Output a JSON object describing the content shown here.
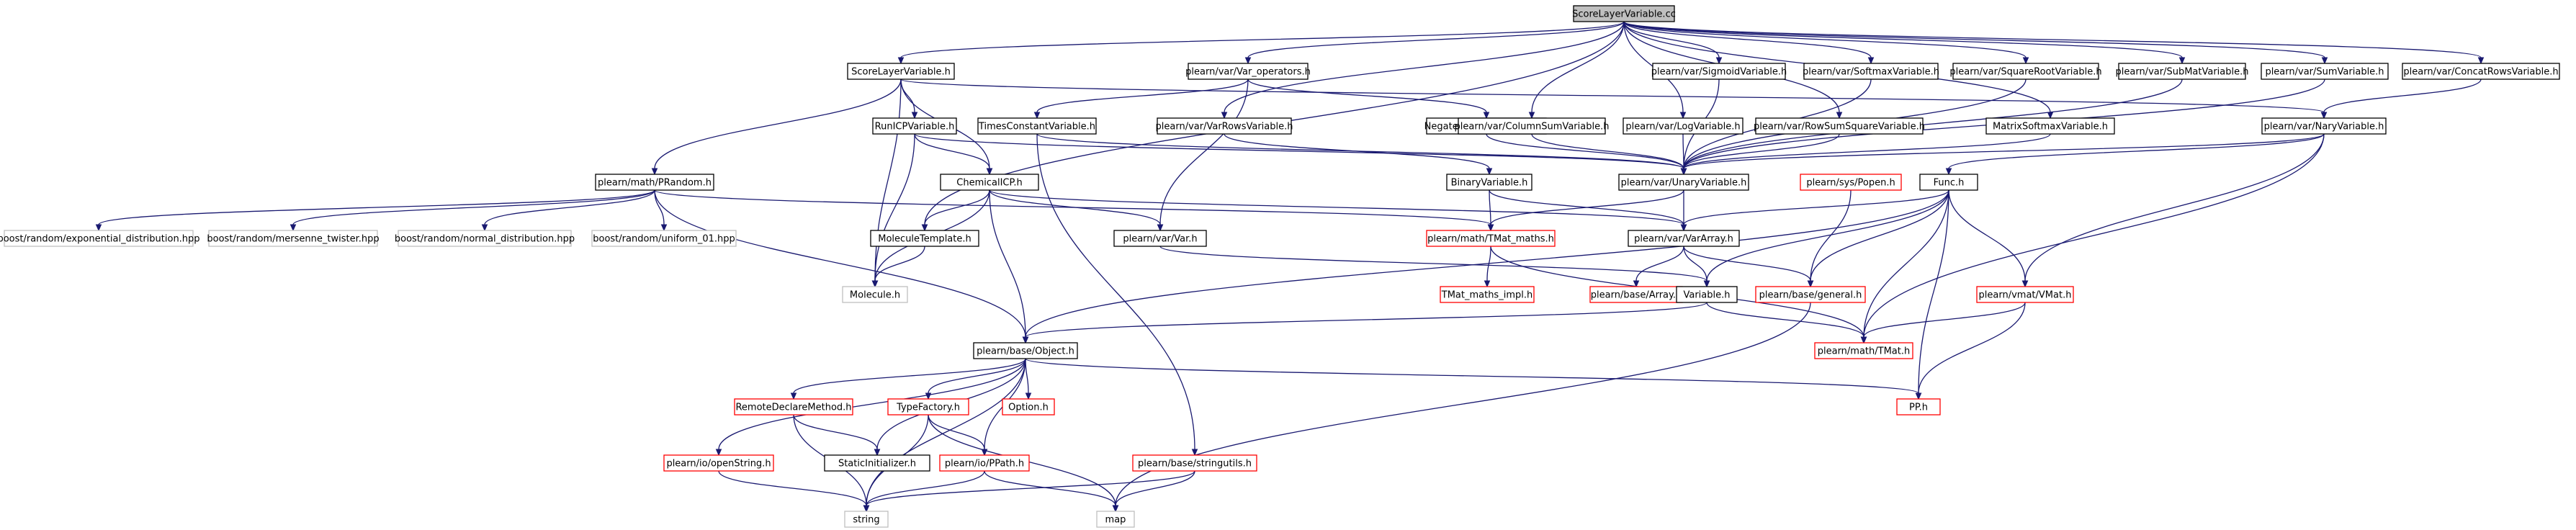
{
  "colors": {
    "edge": "#191970",
    "box_black": "#000000",
    "box_red": "#ff0000",
    "box_gray": "#bfbfbf",
    "root_fill": "#bfbfbf"
  },
  "nodes": [
    {
      "id": "root",
      "label": "ScoreLayerVariable.cc",
      "style": "root"
    },
    {
      "id": "slv_h",
      "label": "ScoreLayerVariable.h",
      "style": "black"
    },
    {
      "id": "var_ops",
      "label": "plearn/var/Var_operators.h",
      "style": "black"
    },
    {
      "id": "sigmoid",
      "label": "plearn/var/SigmoidVariable.h",
      "style": "black"
    },
    {
      "id": "softmax",
      "label": "plearn/var/SoftmaxVariable.h",
      "style": "black"
    },
    {
      "id": "sqroot",
      "label": "plearn/var/SquareRootVariable.h",
      "style": "black"
    },
    {
      "id": "submat",
      "label": "plearn/var/SubMatVariable.h",
      "style": "black"
    },
    {
      "id": "sumvar",
      "label": "plearn/var/SumVariable.h",
      "style": "black"
    },
    {
      "id": "concat",
      "label": "plearn/var/ConcatRowsVariable.h",
      "style": "black"
    },
    {
      "id": "runicp",
      "label": "RunICPVariable.h",
      "style": "black"
    },
    {
      "id": "timesconst",
      "label": "TimesConstantVariable.h",
      "style": "black"
    },
    {
      "id": "varrows",
      "label": "plearn/var/VarRowsVariable.h",
      "style": "black"
    },
    {
      "id": "negate",
      "label": "NegateElementsVariable.h",
      "style": "black"
    },
    {
      "id": "colsum",
      "label": "plearn/var/ColumnSumVariable.h",
      "style": "black"
    },
    {
      "id": "logvar",
      "label": "plearn/var/LogVariable.h",
      "style": "black"
    },
    {
      "id": "rowsumsq",
      "label": "plearn/var/RowSumSquareVariable.h",
      "style": "black"
    },
    {
      "id": "matsoftmax",
      "label": "MatrixSoftmaxVariable.h",
      "style": "black"
    },
    {
      "id": "nary",
      "label": "plearn/var/NaryVariable.h",
      "style": "black"
    },
    {
      "id": "prandom",
      "label": "plearn/math/PRandom.h",
      "style": "black"
    },
    {
      "id": "chemicalicp",
      "label": "ChemicalICP.h",
      "style": "black"
    },
    {
      "id": "binary",
      "label": "BinaryVariable.h",
      "style": "black"
    },
    {
      "id": "unary",
      "label": "plearn/var/UnaryVariable.h",
      "style": "black"
    },
    {
      "id": "popen",
      "label": "plearn/sys/Popen.h",
      "style": "red"
    },
    {
      "id": "func",
      "label": "Func.h",
      "style": "black"
    },
    {
      "id": "exp_dist",
      "label": "boost/random/exponential_distribution.hpp",
      "style": "gray"
    },
    {
      "id": "mersenne",
      "label": "boost/random/mersenne_twister.hpp",
      "style": "gray"
    },
    {
      "id": "normal_dist",
      "label": "boost/random/normal_distribution.hpp",
      "style": "gray"
    },
    {
      "id": "uniform01",
      "label": "boost/random/uniform_01.hpp",
      "style": "gray"
    },
    {
      "id": "moltemplate",
      "label": "MoleculeTemplate.h",
      "style": "black"
    },
    {
      "id": "var_h",
      "label": "plearn/var/Var.h",
      "style": "black"
    },
    {
      "id": "tmat_maths",
      "label": "plearn/math/TMat_maths.h",
      "style": "red"
    },
    {
      "id": "vararray",
      "label": "plearn/var/VarArray.h",
      "style": "black"
    },
    {
      "id": "molecule",
      "label": "Molecule.h",
      "style": "gray"
    },
    {
      "id": "tmat_impl",
      "label": "TMat_maths_impl.h",
      "style": "red"
    },
    {
      "id": "array_h",
      "label": "plearn/base/Array.h",
      "style": "red"
    },
    {
      "id": "variable",
      "label": "Variable.h",
      "style": "black"
    },
    {
      "id": "general",
      "label": "plearn/base/general.h",
      "style": "red"
    },
    {
      "id": "vmat",
      "label": "plearn/vmat/VMat.h",
      "style": "red"
    },
    {
      "id": "object",
      "label": "plearn/base/Object.h",
      "style": "black"
    },
    {
      "id": "tmat",
      "label": "plearn/math/TMat.h",
      "style": "red"
    },
    {
      "id": "remote",
      "label": "RemoteDeclareMethod.h",
      "style": "red"
    },
    {
      "id": "typefactory",
      "label": "TypeFactory.h",
      "style": "red"
    },
    {
      "id": "option",
      "label": "Option.h",
      "style": "red"
    },
    {
      "id": "pp",
      "label": "PP.h",
      "style": "red"
    },
    {
      "id": "openstring",
      "label": "plearn/io/openString.h",
      "style": "red"
    },
    {
      "id": "staticinit",
      "label": "StaticInitializer.h",
      "style": "black"
    },
    {
      "id": "ppath",
      "label": "plearn/io/PPath.h",
      "style": "red"
    },
    {
      "id": "stringutils",
      "label": "plearn/base/stringutils.h",
      "style": "red"
    },
    {
      "id": "string",
      "label": "string",
      "style": "gray"
    },
    {
      "id": "map",
      "label": "map",
      "style": "gray"
    }
  ],
  "edges": [
    [
      "root",
      "slv_h"
    ],
    [
      "root",
      "var_ops"
    ],
    [
      "root",
      "sigmoid"
    ],
    [
      "root",
      "softmax"
    ],
    [
      "root",
      "sqroot"
    ],
    [
      "root",
      "submat"
    ],
    [
      "root",
      "sumvar"
    ],
    [
      "root",
      "concat"
    ],
    [
      "root",
      "varrows"
    ],
    [
      "root",
      "colsum"
    ],
    [
      "root",
      "logvar"
    ],
    [
      "root",
      "rowsumsq"
    ],
    [
      "root",
      "matsoftmax"
    ],
    [
      "root",
      "moltemplate"
    ],
    [
      "slv_h",
      "runicp"
    ],
    [
      "slv_h",
      "chemicalicp"
    ],
    [
      "slv_h",
      "prandom"
    ],
    [
      "slv_h",
      "nary"
    ],
    [
      "slv_h",
      "molecule"
    ],
    [
      "var_ops",
      "timesconst"
    ],
    [
      "var_ops",
      "negate"
    ],
    [
      "var_ops",
      "var_h"
    ],
    [
      "sigmoid",
      "unary"
    ],
    [
      "softmax",
      "unary"
    ],
    [
      "sqroot",
      "unary"
    ],
    [
      "submat",
      "unary"
    ],
    [
      "sumvar",
      "unary"
    ],
    [
      "concat",
      "nary"
    ],
    [
      "runicp",
      "chemicalicp"
    ],
    [
      "runicp",
      "unary"
    ],
    [
      "runicp",
      "molecule"
    ],
    [
      "timesconst",
      "unary"
    ],
    [
      "timesconst",
      "stringutils"
    ],
    [
      "varrows",
      "binary"
    ],
    [
      "negate",
      "unary"
    ],
    [
      "colsum",
      "unary"
    ],
    [
      "logvar",
      "unary"
    ],
    [
      "rowsumsq",
      "unary"
    ],
    [
      "matsoftmax",
      "unary"
    ],
    [
      "nary",
      "unary"
    ],
    [
      "nary",
      "func"
    ],
    [
      "nary",
      "vmat"
    ],
    [
      "nary",
      "tmat"
    ],
    [
      "prandom",
      "exp_dist"
    ],
    [
      "prandom",
      "mersenne"
    ],
    [
      "prandom",
      "normal_dist"
    ],
    [
      "prandom",
      "uniform01"
    ],
    [
      "prandom",
      "tmat_maths"
    ],
    [
      "prandom",
      "object"
    ],
    [
      "chemicalicp",
      "moltemplate"
    ],
    [
      "chemicalicp",
      "var_h"
    ],
    [
      "chemicalicp",
      "object"
    ],
    [
      "chemicalicp",
      "vararray"
    ],
    [
      "chemicalicp",
      "molecule"
    ],
    [
      "binary",
      "tmat_maths"
    ],
    [
      "binary",
      "vararray"
    ],
    [
      "unary",
      "tmat_maths"
    ],
    [
      "unary",
      "vararray"
    ],
    [
      "popen",
      "general"
    ],
    [
      "func",
      "vararray"
    ],
    [
      "func",
      "variable"
    ],
    [
      "func",
      "general"
    ],
    [
      "func",
      "vmat"
    ],
    [
      "func",
      "tmat"
    ],
    [
      "func",
      "pp"
    ],
    [
      "func",
      "object"
    ],
    [
      "moltemplate",
      "molecule"
    ],
    [
      "var_h",
      "variable"
    ],
    [
      "tmat_maths",
      "tmat_impl"
    ],
    [
      "tmat_maths",
      "tmat"
    ],
    [
      "vararray",
      "array_h"
    ],
    [
      "vararray",
      "variable"
    ],
    [
      "vararray",
      "general"
    ],
    [
      "variable",
      "object"
    ],
    [
      "variable",
      "tmat"
    ],
    [
      "general",
      "map"
    ],
    [
      "vmat",
      "tmat"
    ],
    [
      "vmat",
      "pp"
    ],
    [
      "object",
      "remote"
    ],
    [
      "object",
      "typefactory"
    ],
    [
      "object",
      "option"
    ],
    [
      "object",
      "pp"
    ],
    [
      "object",
      "openstring"
    ],
    [
      "object",
      "staticinit"
    ],
    [
      "object",
      "ppath"
    ],
    [
      "object",
      "string"
    ],
    [
      "remote",
      "staticinit"
    ],
    [
      "remote",
      "string"
    ],
    [
      "typefactory",
      "ppath"
    ],
    [
      "typefactory",
      "string"
    ],
    [
      "typefactory",
      "map"
    ],
    [
      "openstring",
      "string"
    ],
    [
      "ppath",
      "string"
    ],
    [
      "ppath",
      "map"
    ],
    [
      "stringutils",
      "string"
    ],
    [
      "stringutils",
      "map"
    ]
  ]
}
